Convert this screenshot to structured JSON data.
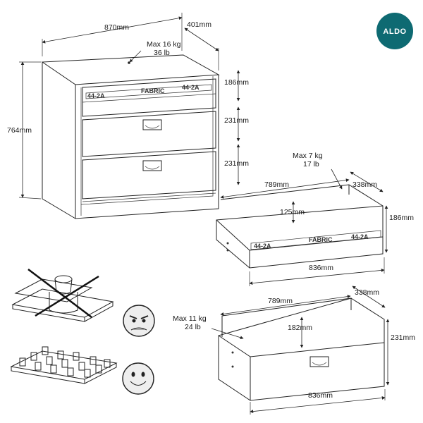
{
  "brand": {
    "name": "ALDO",
    "color": "#0e6a72"
  },
  "chest": {
    "width": "870mm",
    "depth": "401mm",
    "height": "764mm",
    "top_load_kg": "Max 16 kg",
    "top_load_lb": "36 lb",
    "drawer_top_height": "186mm",
    "drawer_mid_height": "231mm",
    "drawer_bottom_height": "231mm"
  },
  "drawer_small": {
    "load_kg": "Max 7 kg",
    "load_lb": "17 lb",
    "inner_width": "789mm",
    "depth": "338mm",
    "inner_height": "125mm",
    "height": "186mm",
    "front_width": "836mm"
  },
  "drawer_large": {
    "load_kg": "Max 11 kg",
    "load_lb": "24 lb",
    "inner_width": "789mm",
    "depth": "338mm",
    "inner_height": "182mm",
    "height": "231mm",
    "front_width": "836mm"
  },
  "plate_text": {
    "left": "44-2A",
    "center": "FABRIC",
    "right": "44-2A"
  },
  "icons": {
    "wrong": "crossed-heavy-load-icon",
    "right": "distributed-load-icon",
    "sad": "angry-face-icon",
    "happy": "smiling-face-icon"
  }
}
